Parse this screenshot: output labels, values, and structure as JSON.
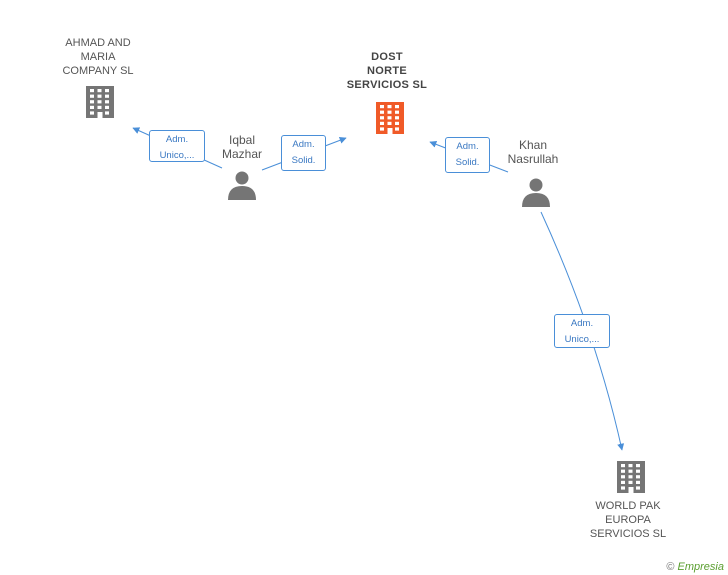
{
  "companies": [
    {
      "key": "ahmad",
      "label": "AHMAD AND\nMARIA\nCOMPANY  SL",
      "main": false
    },
    {
      "key": "dost",
      "label": "DOST\nNORTE\nSERVICIOS SL",
      "main": true
    },
    {
      "key": "worldpak",
      "label": "WORLD PAK\nEUROPA\nSERVICIOS SL",
      "main": false
    }
  ],
  "people": [
    {
      "key": "iqbal",
      "label": "Iqbal\nMazhar"
    },
    {
      "key": "khan",
      "label": "Khan\nNasrullah"
    }
  ],
  "relations": [
    {
      "from": "iqbal",
      "to": "ahmad",
      "label": "Adm.\nUnico,..."
    },
    {
      "from": "iqbal",
      "to": "dost",
      "label": "Adm.\nSolid."
    },
    {
      "from": "khan",
      "to": "dost",
      "label": "Adm.\nSolid."
    },
    {
      "from": "khan",
      "to": "worldpak",
      "label": "Adm.\nUnico,..."
    }
  ],
  "colors": {
    "main_company": "#f05a28",
    "company": "#757575",
    "person": "#757575",
    "edge": "#4a8fd8"
  },
  "icons": {
    "company": "building-icon",
    "person": "person-icon"
  },
  "watermark": {
    "symbol": "©",
    "brand": "Empresia"
  }
}
